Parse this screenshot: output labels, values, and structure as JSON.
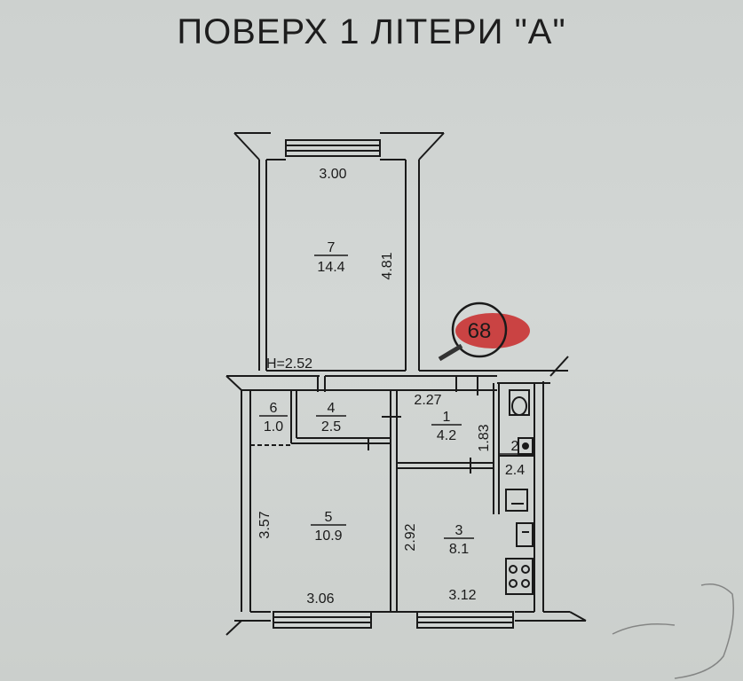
{
  "title": "ПОВЕРХ 1 ЛІТЕРИ \"А\"",
  "height_label": "H=2.52",
  "rooms": [
    {
      "number": "7",
      "area": "14.4"
    },
    {
      "number": "6",
      "area": "1.0"
    },
    {
      "number": "4",
      "area": "2.5"
    },
    {
      "number": "1",
      "area": "4.2"
    },
    {
      "number": "2",
      "area": "2.4"
    },
    {
      "number": "5",
      "area": "10.9"
    },
    {
      "number": "3",
      "area": "8.1"
    }
  ],
  "dimensions": {
    "room7_width": "3.00",
    "room7_length": "4.81",
    "room1_width": "2.27",
    "room1_length": "1.83",
    "room5_length": "3.57",
    "room5_width": "3.06",
    "room3_length": "2.92",
    "room3_width": "3.12"
  },
  "marker": "68"
}
